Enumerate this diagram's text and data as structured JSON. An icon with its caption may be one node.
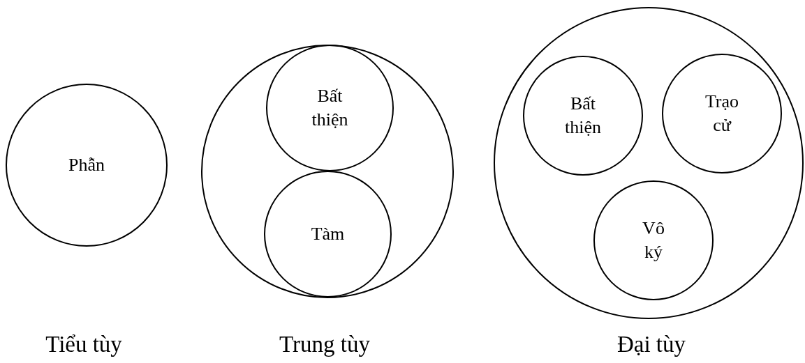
{
  "diagram": {
    "nodes": [
      {
        "text": [
          "Phẫn"
        ]
      },
      {
        "text": [],
        "shape": "circle"
      },
      {
        "text": [
          "Bất thiện"
        ],
        "in": 1
      },
      {
        "text": [
          "Tàm"
        ],
        "in": 1
      },
      {
        "text": [],
        "shape": "circle"
      },
      {
        "text": [
          "Bất thiện"
        ],
        "in": 4
      },
      {
        "text": [
          "Trạo cử"
        ],
        "in": 4
      },
      {
        "text": [
          "Vô ký"
        ],
        "in": 4
      }
    ],
    "labels": [
      "Tiểu tùy",
      "Trung tùy",
      "Đại tùy"
    ]
  }
}
